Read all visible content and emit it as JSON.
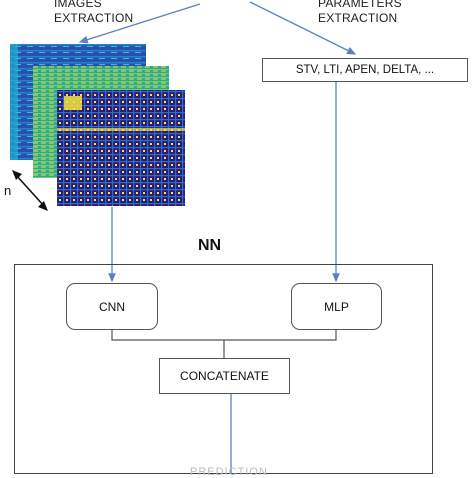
{
  "labels": {
    "images_extraction_line1": "IMAGES",
    "images_extraction_line2": "EXTRACTION",
    "parameters_extraction_line1": "PARAMETERS",
    "parameters_extraction_line2": "EXTRACTION",
    "n_label": "n",
    "nn_title": "NN",
    "bottom_text": "PREDICTION"
  },
  "boxes": {
    "parameters": "STV, LTI, APEN, DELTA, ...",
    "cnn": "CNN",
    "mlp": "MLP",
    "concatenate": "CONCATENATE"
  },
  "colors": {
    "arrow": "#5b80c4",
    "line": "#555555",
    "box_border": "#555555",
    "heatmap_dark": "#2c1a7a",
    "heatmap_mid": "#1f8fb5",
    "heatmap_bright": "#f5e639"
  }
}
